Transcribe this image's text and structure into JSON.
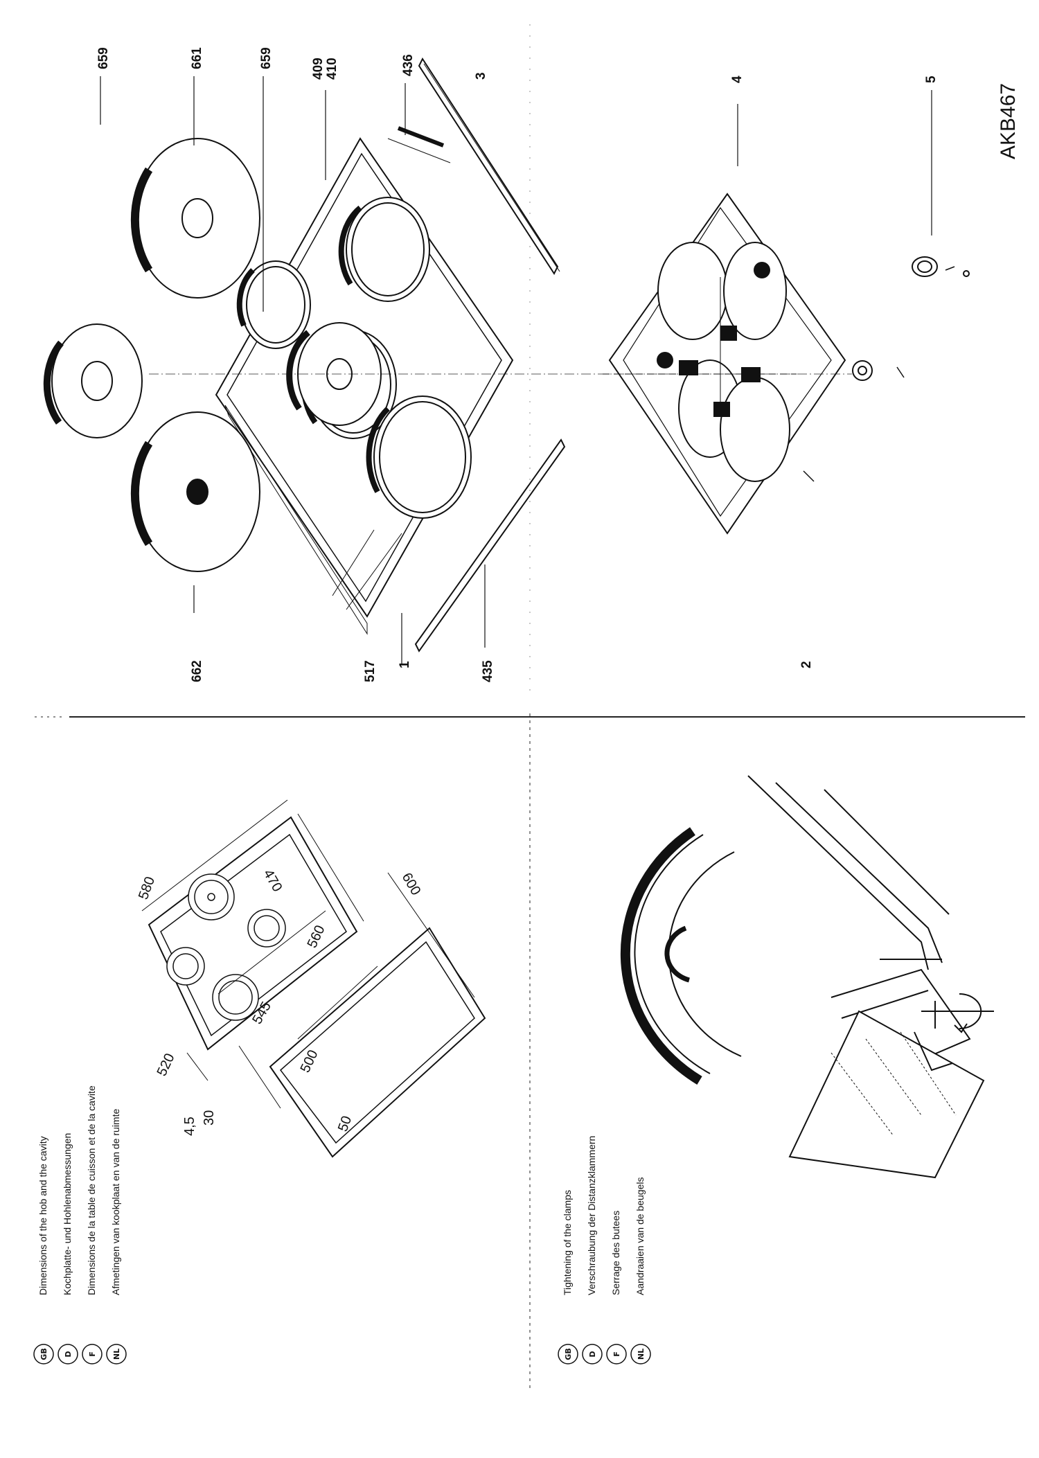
{
  "model": "AKB467",
  "exploded_view": {
    "callouts": {
      "c659a": "659",
      "c661": "661",
      "c659b": "659",
      "c409": "409",
      "c410": "410",
      "c436": "436",
      "c3": "3",
      "c4": "4",
      "c5": "5",
      "c2": "2",
      "c662": "662",
      "c517": "517",
      "c1": "1",
      "c435": "435"
    }
  },
  "dimensions_panel": {
    "legend": [
      {
        "code": "GB",
        "text": "Dimensions of the hob and the cavity"
      },
      {
        "code": "D",
        "text": "Kochplatte- und Hohlenabmessungen"
      },
      {
        "code": "F",
        "text": "Dimensions de la table de cuisson et de la cavite"
      },
      {
        "code": "NL",
        "text": "Afmetingen van kookplaat en van de ruimte"
      }
    ],
    "dims": {
      "d580": "580",
      "d470": "470",
      "d600": "600",
      "d560": "560",
      "d545": "545",
      "d520": "520",
      "d500": "500",
      "d45": "4,5",
      "d30": "30",
      "d50": "50"
    }
  },
  "clamps_panel": {
    "legend": [
      {
        "code": "GB",
        "text": "Tightening of the clamps"
      },
      {
        "code": "D",
        "text": "Verschraubung der Distanzklammern"
      },
      {
        "code": "F",
        "text": "Serrage des butees"
      },
      {
        "code": "NL",
        "text": "Aandraaien van de beugels"
      }
    ]
  }
}
